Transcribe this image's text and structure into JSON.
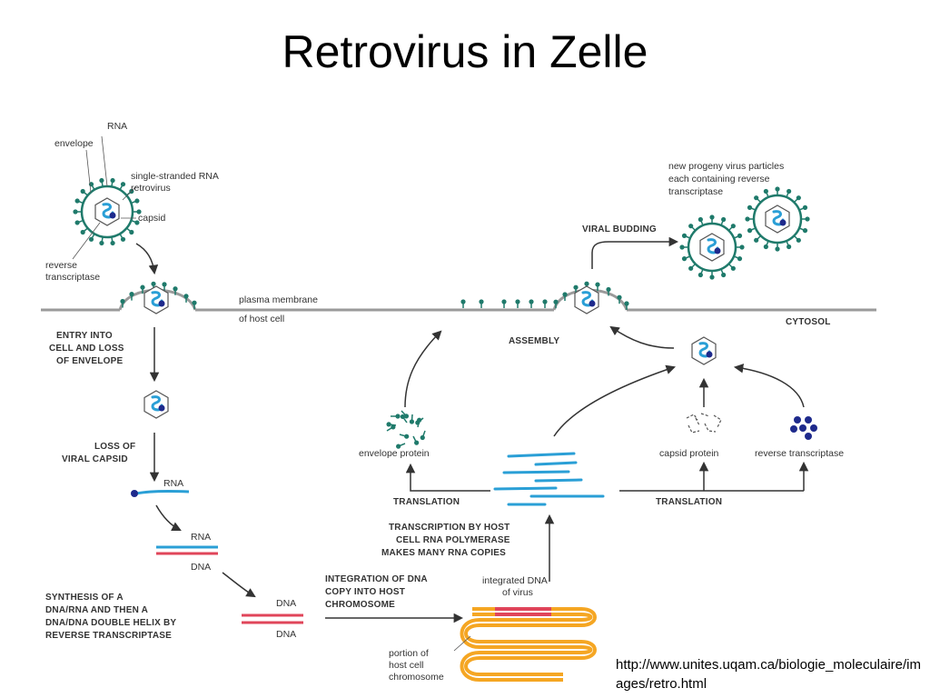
{
  "title": "Retrovirus in Zelle",
  "labels": {
    "rna": "RNA",
    "envelope": "envelope",
    "ss_rna_line1": "single-stranded RNA",
    "ss_rna_line2": "retrovirus",
    "capsid": "capsid",
    "rt_line1": "reverse",
    "rt_line2": "transcriptase",
    "plasma_line1": "plasma membrane",
    "plasma_line2": "of host cell",
    "cytosol": "CYTOSOL",
    "entry_line1": "ENTRY INTO",
    "entry_line2": "CELL AND LOSS",
    "entry_line3": "OF ENVELOPE",
    "loss_capsid_line1": "LOSS OF",
    "loss_capsid_line2": "VIRAL CAPSID",
    "rna_free": "RNA",
    "rna_hybrid": "RNA",
    "dna_hybrid": "DNA",
    "synthesis_line1": "SYNTHESIS OF A",
    "synthesis_line2": "DNA/RNA AND THEN A",
    "synthesis_line3": "DNA/DNA DOUBLE HELIX BY",
    "synthesis_line4": "REVERSE TRANSCRIPTASE",
    "dna_top": "DNA",
    "dna_bottom": "DNA",
    "integration_line1": "INTEGRATION OF DNA",
    "integration_line2": "COPY INTO HOST",
    "integration_line3": "CHROMOSOME",
    "integrated_line1": "integrated DNA",
    "integrated_line2": "of virus",
    "portion_line1": "portion of",
    "portion_line2": "host cell",
    "portion_line3": "chromosome",
    "transcription_line1": "TRANSCRIPTION BY HOST",
    "transcription_line2": "CELL RNA POLYMERASE",
    "transcription_line3": "MAKES MANY RNA COPIES",
    "translation_left": "TRANSLATION",
    "translation_right": "TRANSLATION",
    "envelope_protein": "envelope protein",
    "capsid_protein": "capsid protein",
    "reverse_transcriptase": "reverse transcriptase",
    "assembly": "ASSEMBLY",
    "viral_budding": "VIRAL BUDDING",
    "progeny_line1": "new progeny virus particles",
    "progeny_line2": "each containing reverse",
    "progeny_line3": "transcriptase"
  },
  "source_url": "http://www.unites.uqam.ca/biologie_moleculaire/images/retro.html",
  "colors": {
    "rna": "#2a9fd6",
    "dna_red": "#e0455a",
    "chromosome": "#f5a623",
    "envelope_green": "#1f7a6b",
    "rt_dot": "#1e2a8c",
    "membrane": "#9a9a9a",
    "arrow": "#333333"
  }
}
